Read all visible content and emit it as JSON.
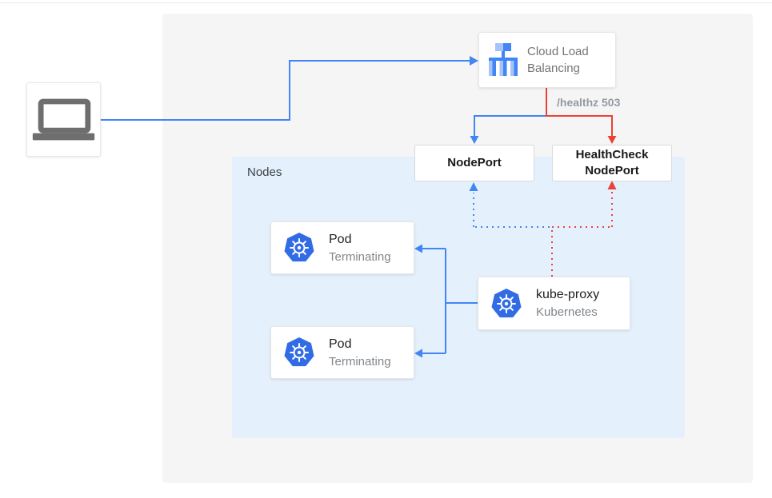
{
  "diagram": {
    "title_hint": "Kubernetes terminating pods health-check flow",
    "client": {
      "icon": "laptop-icon"
    },
    "cloud_lb": {
      "label_line1": "Cloud Load",
      "label_line2": "Balancing",
      "icon": "load-balancer-icon"
    },
    "healthz_label": "/healthz 503",
    "nodeport": {
      "label": "NodePort"
    },
    "healthcheck_nodeport": {
      "label_line1": "HealthCheck",
      "label_line2": "NodePort"
    },
    "nodes_group": {
      "label": "Nodes"
    },
    "pods": [
      {
        "title": "Pod",
        "subtitle": "Terminating",
        "icon": "kubernetes-icon"
      },
      {
        "title": "Pod",
        "subtitle": "Terminating",
        "icon": "kubernetes-icon"
      }
    ],
    "kube_proxy": {
      "title": "kube-proxy",
      "subtitle": "Kubernetes",
      "icon": "kubernetes-icon"
    },
    "colors": {
      "flow_blue": "#4285f4",
      "flow_red": "#ea4335",
      "kubernetes_blue": "#326ce5",
      "lb_icon_light_blue": "#a6c3f8",
      "nodes_group_bg": "#e4f0fc",
      "canvas_bg": "#f5f5f6",
      "muted_text": "#80868b"
    }
  }
}
